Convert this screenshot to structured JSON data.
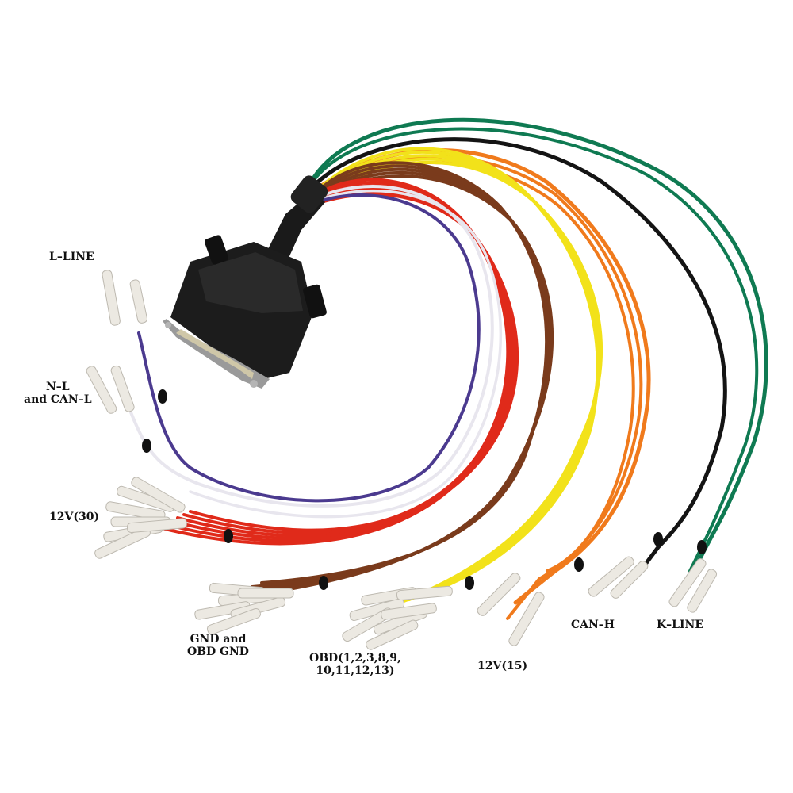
{
  "labels": {
    "l_line": "L–LINE",
    "n_l": [
      "N–L",
      "and CAN–L"
    ],
    "v30": "12V(30)",
    "gnd": [
      "GND and",
      "OBD GND"
    ],
    "obd": [
      "OBD(1,2,3,8,9,",
      "10,11,12,13)"
    ],
    "v15": "12V(15)",
    "can_h": "CAN–H",
    "k_line": "K–LINE"
  },
  "colors": {
    "purple": "#4b3a8f",
    "white": "#e8e6ee",
    "red": "#e02a1a",
    "brown": "#7a3b1c",
    "yellow": "#f2e21a",
    "orange": "#f07a1c",
    "black": "#141414",
    "green": "#0f7a52",
    "connector": "#1c1c1c",
    "sleeve": "#ece9e2",
    "background": "#ffffff"
  }
}
